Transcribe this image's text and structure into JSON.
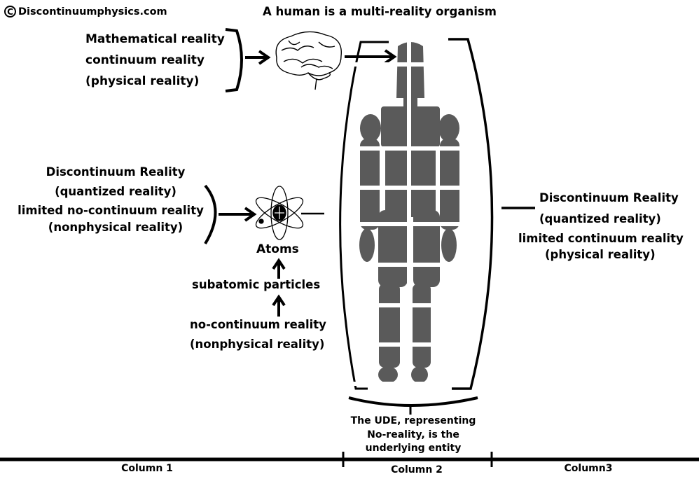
{
  "watermark": {
    "symbol": "C",
    "text": "Discontinuumphysics.com"
  },
  "title": "A human is a multi-reality organism",
  "upper_left": {
    "lines": [
      "Mathematical reality",
      "continuum reality",
      "(physical reality)"
    ]
  },
  "middle_left": {
    "lines": [
      "Discontinuum Reality",
      "(quantized reality)",
      "limited no-continuum reality",
      "(nonphysical reality)"
    ]
  },
  "atom_label": "Atoms",
  "subatomic_label": "subatomic particles",
  "lower_left": {
    "lines": [
      "no-continuum reality",
      "(nonphysical reality)"
    ]
  },
  "right": {
    "lines": [
      "Discontinuum Reality",
      "(quantized reality)",
      "limited continuum reality",
      "(physical reality)"
    ]
  },
  "ude": {
    "lines": [
      "The UDE, representing",
      "No-reality, is the",
      "underlying entity"
    ]
  },
  "columns": [
    "Column 1",
    "Column 2",
    "Column3"
  ],
  "icons": [
    "brain-icon",
    "atom-icon",
    "human-figure"
  ]
}
